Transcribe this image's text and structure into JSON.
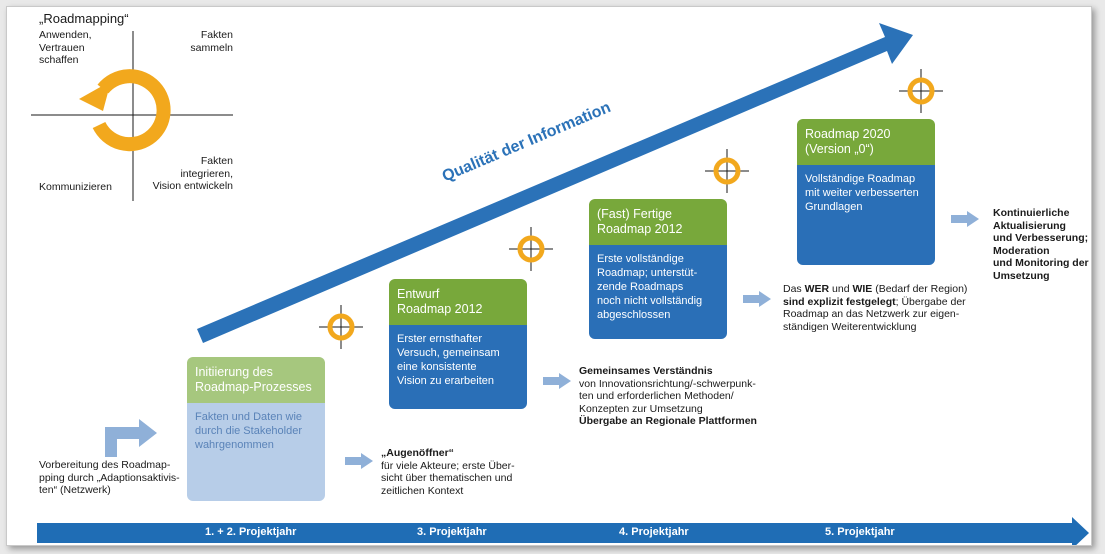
{
  "cycle": {
    "title": "„Roadmapping“",
    "q_top_left": [
      "Anwenden,",
      "Vertrauen",
      "schaffen"
    ],
    "q_top_right": [
      "Fakten",
      "sammeln"
    ],
    "q_bottom_right": [
      "Fakten",
      "integrieren,",
      "Vision entwickeln"
    ],
    "q_bottom_left": [
      "Kommunizieren"
    ]
  },
  "quality_arrow_label": "Qualität der Information",
  "preparation": [
    "Vorbereitung des Roadmap-",
    "pping durch „Adaptionsaktivis-",
    "ten“ (Netzwerk)"
  ],
  "stages": [
    {
      "head": [
        "Initiierung des",
        "Roadmap-Prozesses"
      ],
      "body": [
        "Fakten und Daten wie",
        "durch die Stakeholder",
        "wahrgenommen"
      ]
    },
    {
      "head": [
        "Entwurf",
        "Roadmap 2012"
      ],
      "body": [
        "Erster ernsthafter",
        "Versuch, gemeinsam",
        "eine konsistente",
        "Vision zu erarbeiten"
      ]
    },
    {
      "head": [
        "(Fast) Fertige",
        "Roadmap 2012"
      ],
      "body": [
        "Erste vollständige",
        "Roadmap; unterstüt-",
        "zende Roadmaps",
        "noch nicht vollständig",
        "abgeschlossen"
      ]
    },
    {
      "head": [
        "Roadmap 2020",
        "(Version „0“)"
      ],
      "body": [
        "Vollständige Roadmap",
        "mit weiter verbesserten",
        "Grundlagen"
      ]
    }
  ],
  "outcomes": {
    "o1": {
      "bold": "„Augenöffner“",
      "lines": [
        "für viele Akteure; erste Über-",
        "sicht über thematischen und",
        "zeitlichen Kontext"
      ]
    },
    "o2": {
      "bold": "Gemeinsames Verständnis",
      "lines": [
        "von Innovationsrichtung/-schwerpunk-",
        "ten und erforderlichen Methoden/",
        "Konzepten zur Umsetzung"
      ],
      "bold_end": "Übergabe an Regionale Plattformen"
    },
    "o3": {
      "line1_a": "Das ",
      "line1_b": "WER",
      "line1_c": " und ",
      "line1_d": "WIE",
      "line1_e": " (Bedarf der Region)",
      "line2_bold": "sind explizit festgelegt",
      "line2_rest": "; Übergabe der",
      "lines": [
        "Roadmap an das Netzwerk zur eigen-",
        "ständigen Weiterentwicklung"
      ]
    },
    "o4": {
      "lines": [
        "Kontinuierliche",
        "Aktualisierung",
        "und Verbesserung;",
        "Moderation",
        "und Monitoring der",
        "Umsetzung"
      ]
    }
  },
  "timeline": [
    "1. + 2. Projektjahr",
    "3. Projektjahr",
    "4. Projektjahr",
    "5. Projektjahr"
  ],
  "colors": {
    "green": "#78a83b",
    "blue": "#2a6fb7",
    "orange": "#f2a81d",
    "arrow_light": "#8fb0d8",
    "timeline": "#1f6db5"
  }
}
